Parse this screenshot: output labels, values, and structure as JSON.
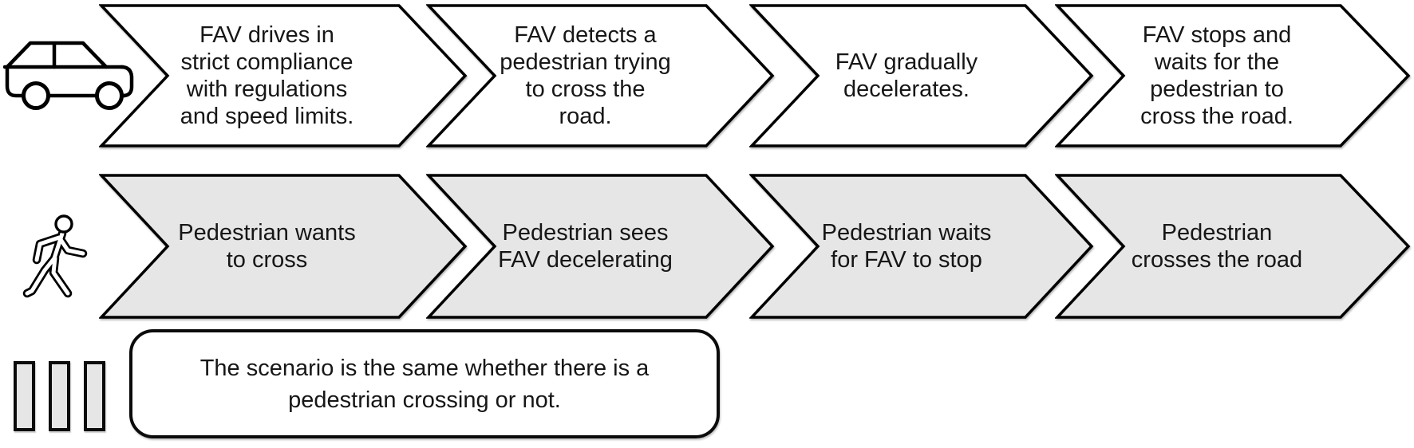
{
  "figure": {
    "fav_row": {
      "icon": "car-icon",
      "steps": [
        {
          "lines": [
            "FAV drives in",
            "strict compliance",
            "with regulations",
            "and speed limits."
          ]
        },
        {
          "lines": [
            "FAV detects a",
            "pedestrian trying",
            "to cross the",
            "road."
          ]
        },
        {
          "lines": [
            "FAV gradually",
            "decelerates."
          ]
        },
        {
          "lines": [
            "FAV stops and",
            "waits for the",
            "pedestrian to",
            "cross the road."
          ]
        }
      ]
    },
    "pedestrian_row": {
      "icon": "pedestrian-icon",
      "steps": [
        {
          "lines": [
            "Pedestrian wants",
            "to cross"
          ]
        },
        {
          "lines": [
            "Pedestrian sees",
            "FAV decelerating"
          ]
        },
        {
          "lines": [
            "Pedestrian waits",
            "for FAV to stop"
          ]
        },
        {
          "lines": [
            "Pedestrian",
            "crosses the road"
          ]
        }
      ]
    },
    "note": {
      "icon": "crosswalk-icon",
      "lines": [
        "The scenario is the same whether there is a",
        "pedestrian crossing or not."
      ]
    },
    "colors": {
      "fav_step_fill": "#ffffff",
      "pedestrian_step_fill": "#e6e6e6",
      "outline": "#000000"
    }
  }
}
